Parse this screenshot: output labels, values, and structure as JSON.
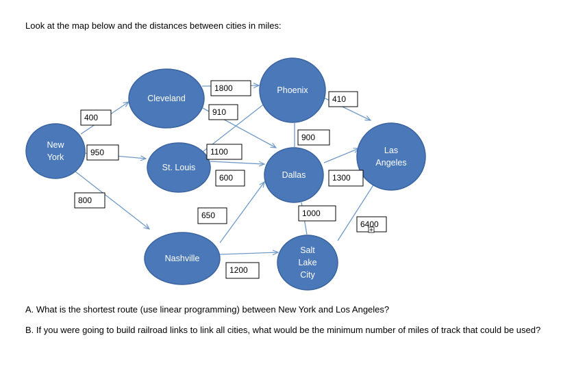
{
  "intro": "Look at the map below and the distances between cities in miles:",
  "colors": {
    "node_fill": "#4a78b8",
    "node_stroke": "#3a63a0",
    "edge": "#6f99c8"
  },
  "cities": [
    {
      "id": "ny",
      "lines": [
        "New",
        "York"
      ]
    },
    {
      "id": "cle",
      "lines": [
        "Cleveland"
      ]
    },
    {
      "id": "stl",
      "lines": [
        "St. Louis"
      ]
    },
    {
      "id": "nash",
      "lines": [
        "Nashville"
      ]
    },
    {
      "id": "phx",
      "lines": [
        "Phoenix"
      ]
    },
    {
      "id": "dal",
      "lines": [
        "Dallas"
      ]
    },
    {
      "id": "slc",
      "lines": [
        "Salt",
        "Lake",
        "City"
      ]
    },
    {
      "id": "la",
      "lines": [
        "Las",
        "Angeles"
      ]
    }
  ],
  "distances": [
    {
      "from": "ny",
      "to": "cle",
      "miles": "400"
    },
    {
      "from": "ny",
      "to": "stl",
      "miles": "950"
    },
    {
      "from": "ny",
      "to": "nash",
      "miles": "800"
    },
    {
      "from": "cle",
      "to": "phx",
      "miles": "1800"
    },
    {
      "from": "cle",
      "to": "dal",
      "miles": "910"
    },
    {
      "from": "stl",
      "to": "phx",
      "miles": "1100"
    },
    {
      "from": "stl",
      "to": "dal",
      "miles": "600"
    },
    {
      "from": "nash",
      "to": "dal",
      "miles": "650"
    },
    {
      "from": "nash",
      "to": "slc",
      "miles": "1200"
    },
    {
      "from": "phx",
      "to": "dal",
      "miles": "900"
    },
    {
      "from": "phx",
      "to": "la",
      "miles": "410"
    },
    {
      "from": "dal",
      "to": "la",
      "miles": "1300"
    },
    {
      "from": "dal",
      "to": "slc",
      "miles": "1000"
    },
    {
      "from": "slc",
      "to": "la",
      "miles": "6400"
    }
  ],
  "questions": {
    "a": "A.  What is the shortest route (use linear programming) between New York and Los Angeles?",
    "b": "B.  If you were going to build railroad links to link all cities, what would be the minimum number of miles of track that could be used?"
  }
}
